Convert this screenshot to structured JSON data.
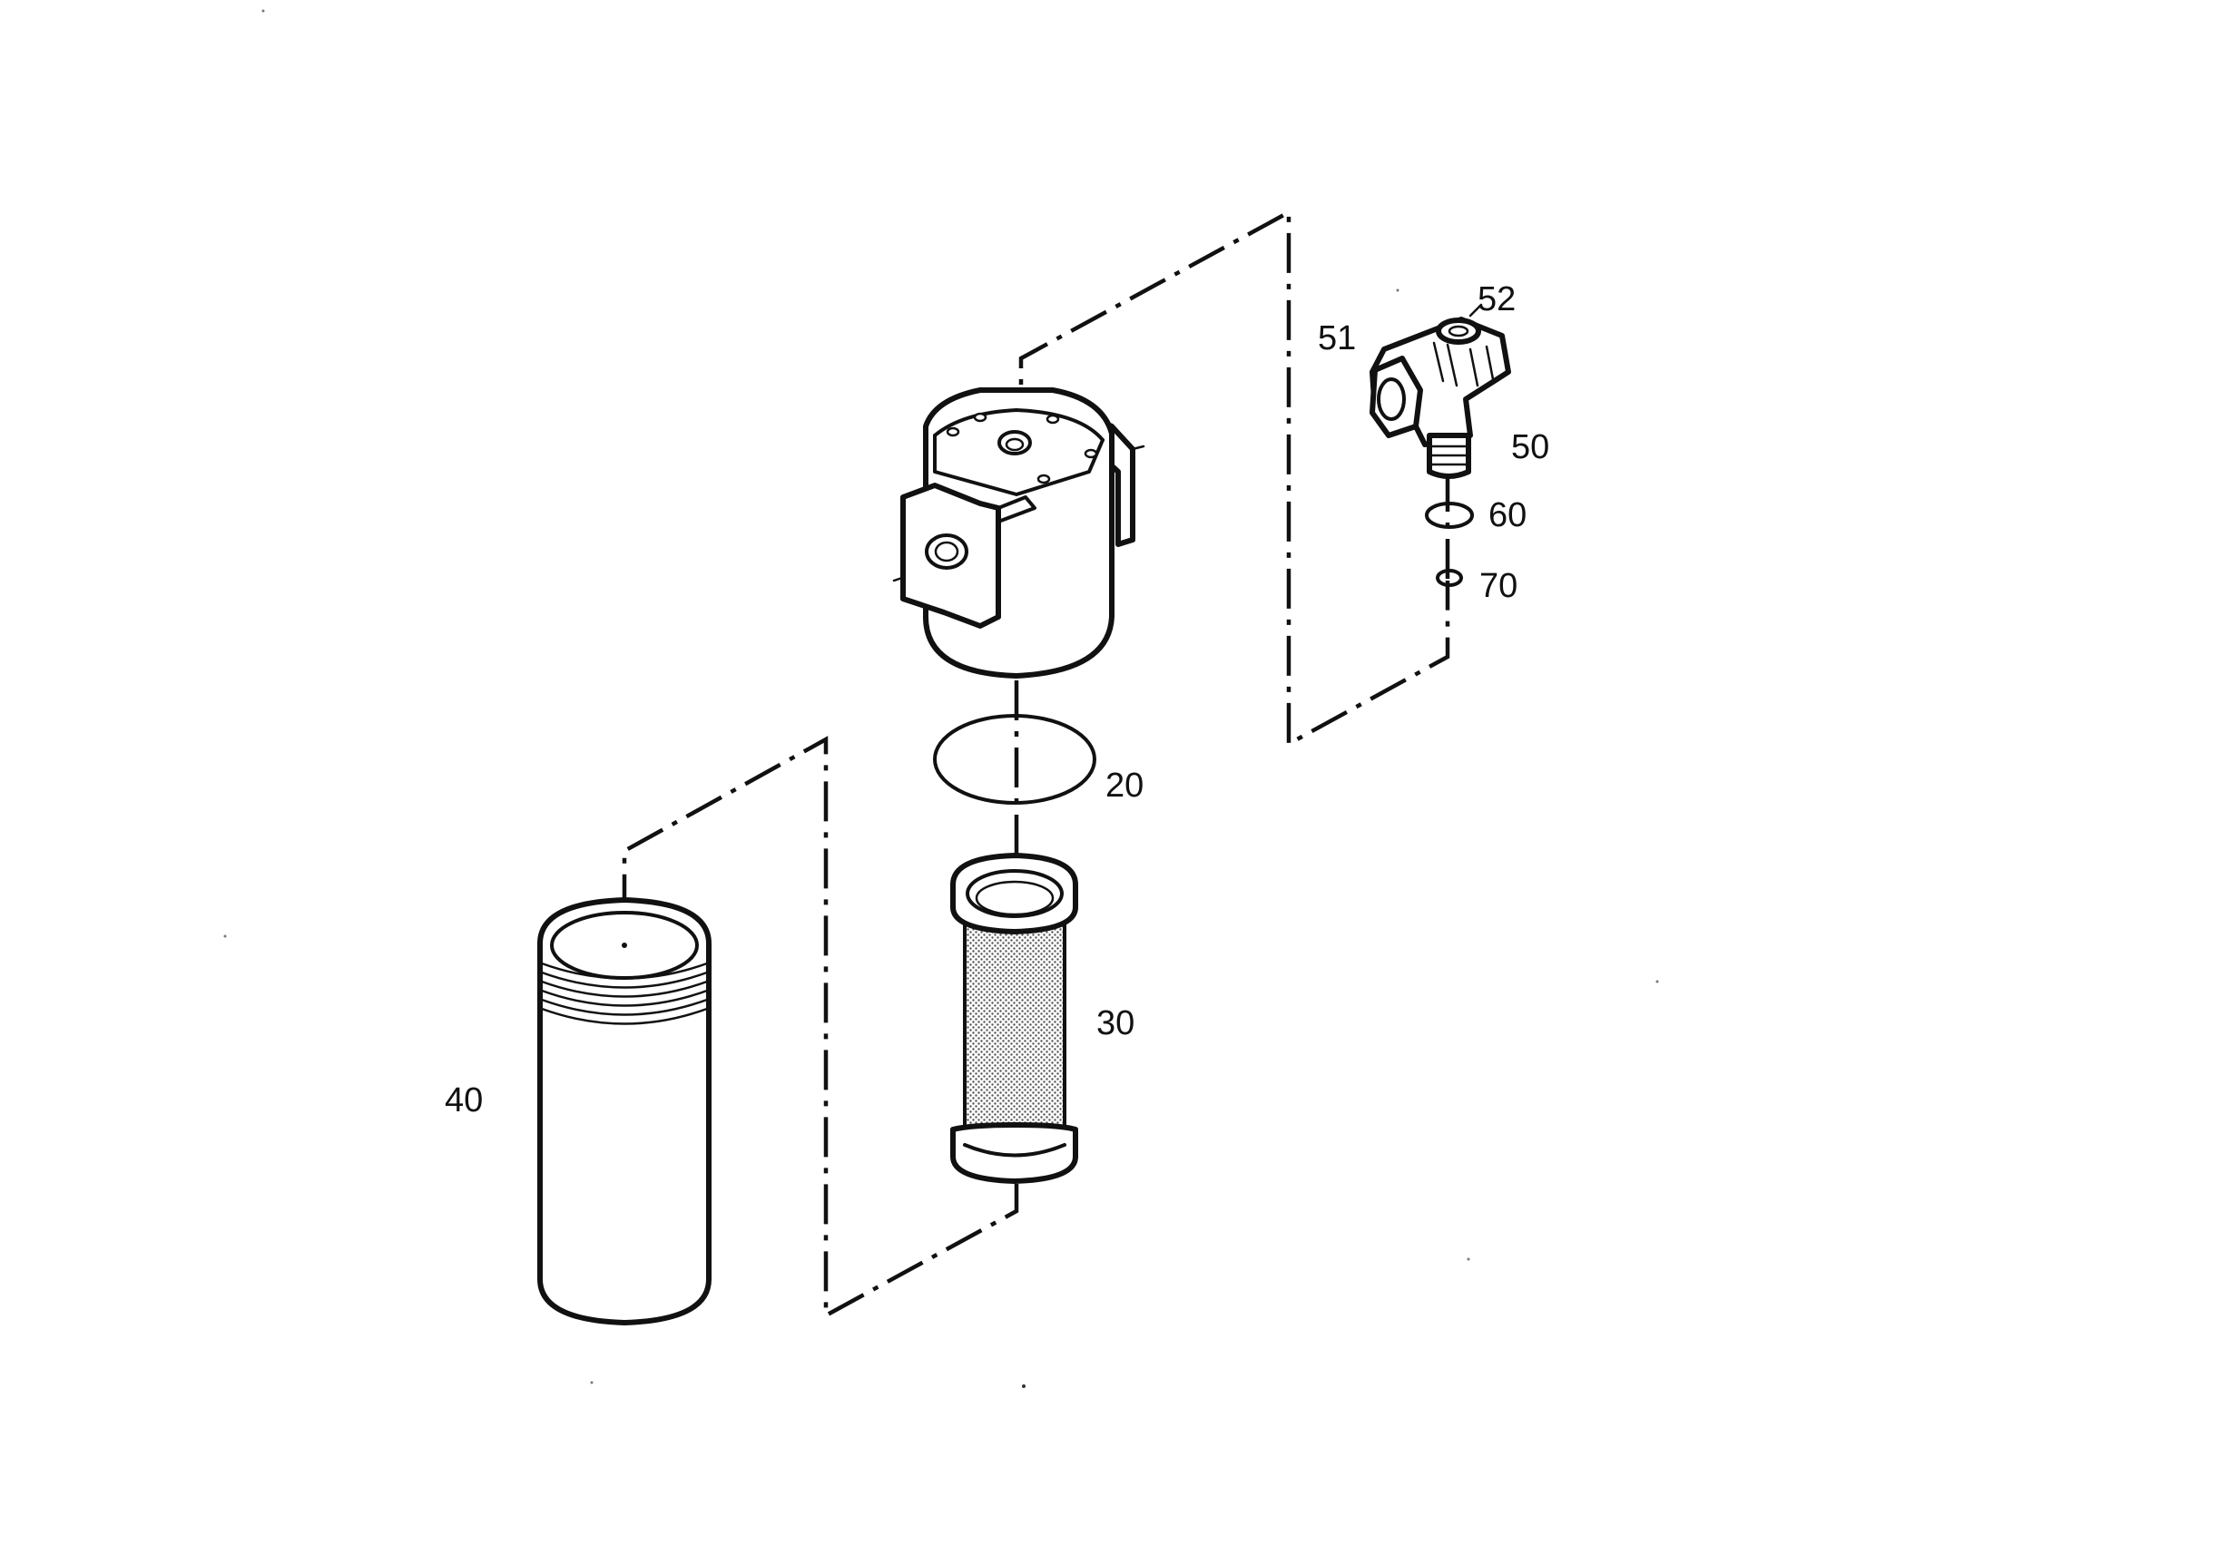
{
  "diagram": {
    "colors": {
      "ink": "#111111",
      "paper": "#ffffff",
      "mesh": "#9a9a9a"
    },
    "callouts": {
      "c20": "20",
      "c30": "30",
      "c40": "40",
      "c50": "50",
      "c51": "51",
      "c52": "52",
      "c60": "60",
      "c70": "70"
    }
  }
}
